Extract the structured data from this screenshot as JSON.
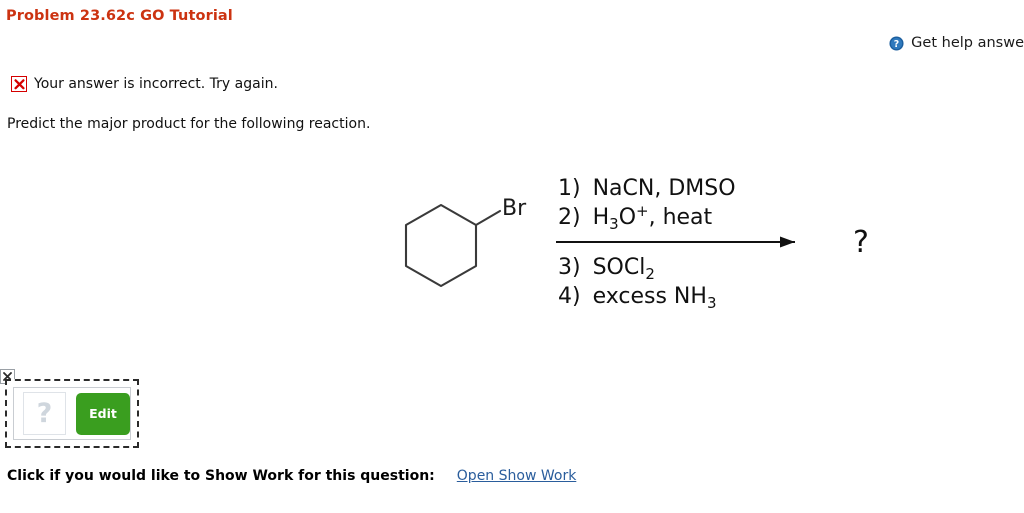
{
  "header": {
    "problem_title": "Problem 23.62c GO Tutorial",
    "help_link_text": "Get help answe",
    "help_icon": "question-circle-icon"
  },
  "feedback": {
    "icon": "red-x-icon",
    "message": "Your answer is incorrect.  Try again."
  },
  "question": {
    "prompt": "Predict the major product for the following reaction."
  },
  "reaction": {
    "reactant": {
      "structure": "cyclohexane-ring",
      "substituent_label": "Br"
    },
    "reagents_above": [
      {
        "number": "1)",
        "formula_html": "NaCN, DMSO"
      },
      {
        "number": "2)",
        "formula_html": "H3O+, heat"
      }
    ],
    "reagents_below": [
      {
        "number": "3)",
        "formula_html": "SOCl2"
      },
      {
        "number": "4)",
        "formula_html": "excess NH3"
      }
    ],
    "reagent_lines": {
      "line1_num": "1)",
      "line1_a": "NaCN, DMSO",
      "line2_num": "2)",
      "line2_a": "H",
      "line2_sub": "3",
      "line2_b": "O",
      "line2_sup": "+",
      "line2_c": ", heat",
      "line3_num": "3)",
      "line3_a": "SOCl",
      "line3_sub": "2",
      "line4_num": "4)",
      "line4_a": "excess NH",
      "line4_sub": "3"
    },
    "arrow": "reaction-arrow-right",
    "product_placeholder": "?"
  },
  "answer_editor": {
    "close_icon": "broken-image-x-icon",
    "placeholder_glyph": "?",
    "edit_button_label": "Edit"
  },
  "show_work": {
    "label": "Click if you would like to Show Work for this question:",
    "link_text": "Open Show Work"
  },
  "colors": {
    "title": "#cc3311",
    "error_red": "#d50000",
    "link_blue": "#2a5d9c",
    "help_icon_blue": "#1b5e9e",
    "edit_green": "#3a9e1f"
  }
}
